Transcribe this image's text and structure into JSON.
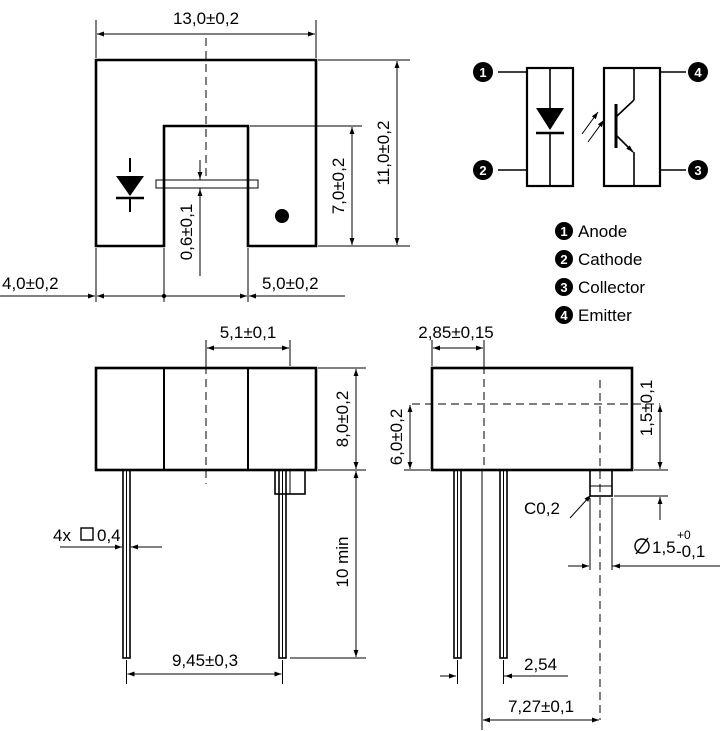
{
  "dimensions": {
    "width_total": "13,0±0,2",
    "height_total": "11,0±0,2",
    "slot_depth": "7,0±0,2",
    "aperture": "0,6±0,1",
    "left_offset": "4,0±0,2",
    "right_offset": "5,0±0,2",
    "slot_width": "5,1±0,1",
    "body_height": "8,0±0,2",
    "pin_size": "4x",
    "pin_size_val": "0,4",
    "pin_length": "10 min",
    "pin_spacing": "9,45±0,3",
    "side_width": "2,85±0,15",
    "side_height": "6,0±0,2",
    "aperture_pos": "1,5±0,1",
    "chamfer": "C0,2",
    "hole_dia": "1,5",
    "hole_tol_plus": "+0",
    "hole_tol_minus": "-0,1",
    "pin_pitch": "2,54",
    "side_spacing": "7,27±0,1"
  },
  "schematic": {
    "pins": [
      {
        "number": "1",
        "name": "Anode"
      },
      {
        "number": "2",
        "name": "Cathode"
      },
      {
        "number": "3",
        "name": "Collector"
      },
      {
        "number": "4",
        "name": "Emitter"
      }
    ]
  },
  "colors": {
    "ink": "#000000",
    "paper": "#ffffff"
  }
}
